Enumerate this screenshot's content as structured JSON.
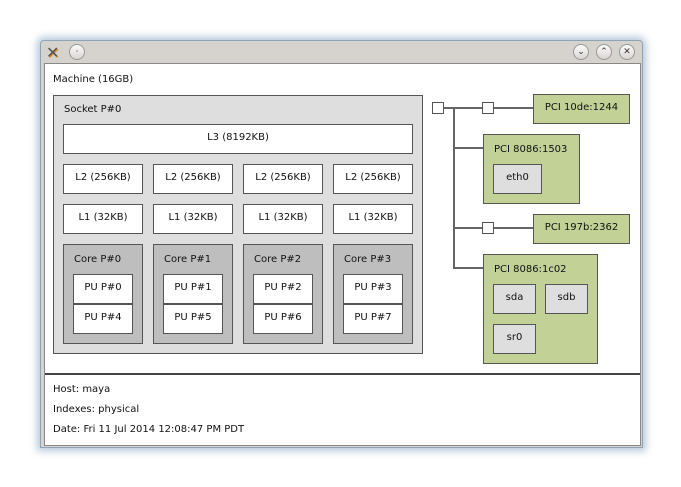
{
  "titlebar": {
    "app_icon": "x-tools-icon",
    "menu_icon": "circle-menu-icon",
    "minimize_icon": "chevron-down-icon",
    "maximize_icon": "chevron-up-icon",
    "close_icon": "close-icon"
  },
  "colors": {
    "socket": "#dedede",
    "core": "#bebebe",
    "cache": "#ffffff",
    "pu": "#ffffff",
    "pci": "#c2d297",
    "osdev": "#dedede"
  },
  "machine": {
    "label": "Machine (16GB)",
    "socket": {
      "label": "Socket P#0",
      "l3": "L3 (8192KB)",
      "l2": [
        "L2 (256KB)",
        "L2 (256KB)",
        "L2 (256KB)",
        "L2 (256KB)"
      ],
      "l1": [
        "L1 (32KB)",
        "L1 (32KB)",
        "L1 (32KB)",
        "L1 (32KB)"
      ],
      "cores": [
        {
          "label": "Core P#0",
          "pus": [
            "PU P#0",
            "PU P#4"
          ]
        },
        {
          "label": "Core P#1",
          "pus": [
            "PU P#1",
            "PU P#5"
          ]
        },
        {
          "label": "Core P#2",
          "pus": [
            "PU P#2",
            "PU P#6"
          ]
        },
        {
          "label": "Core P#3",
          "pus": [
            "PU P#3",
            "PU P#7"
          ]
        }
      ]
    },
    "pci": [
      {
        "label": "PCI 10de:1244",
        "devices": []
      },
      {
        "label": "PCI 8086:1503",
        "devices": [
          "eth0"
        ]
      },
      {
        "label": "PCI 197b:2362",
        "devices": []
      },
      {
        "label": "PCI 8086:1c02",
        "devices": [
          "sda",
          "sdb",
          "sr0"
        ]
      }
    ]
  },
  "footer": {
    "host": "Host: maya",
    "indexes": "Indexes: physical",
    "date": "Date: Fri 11 Jul 2014 12:08:47 PM PDT"
  }
}
